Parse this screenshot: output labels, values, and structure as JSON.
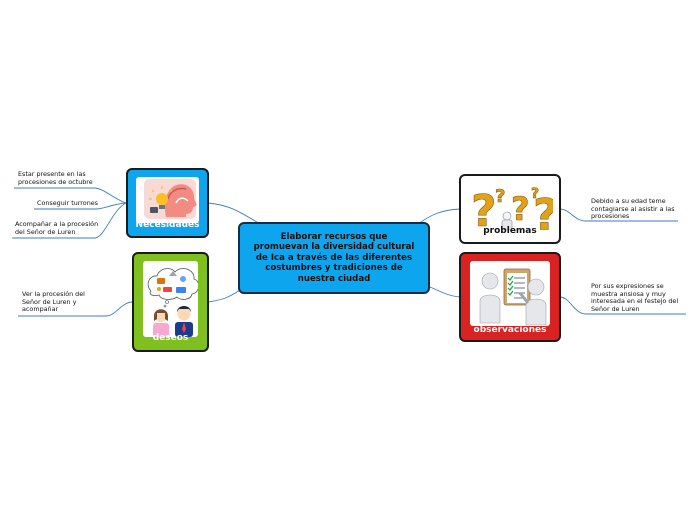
{
  "central": {
    "text": "Elaborar recursos que promuevan la diversidad cultural de Ica a través de las diferentes costumbres y tradiciones de nuestra ciudad"
  },
  "branches": {
    "necesidades": {
      "label": "Necesidades",
      "color": "#0ea5ef",
      "leaves": [
        "Estar presente en las procesiones de octubre",
        "Conseguir turrones",
        "Acompañar a la procesión del Señor de Luren"
      ]
    },
    "deseos": {
      "label": "deseos",
      "color": "#7fbf1f",
      "leaves": [
        "Ver la procesión del Señor de Luren y acompañar"
      ]
    },
    "problemas": {
      "label": "problemas",
      "color": "#ffffff",
      "leaves": [
        "Debido a su edad teme contagiarse al asistir a las procesiones"
      ]
    },
    "observaciones": {
      "label": "observaciones",
      "color": "#d92222",
      "leaves": [
        "Por sus expresiones se muestra ansiosa y muy interesada en el festejo del Señor de Luren"
      ]
    }
  },
  "icons": [
    "head-bulb-icon",
    "thinking-couple-icon",
    "question-marks-icon",
    "checklist-person-icon"
  ]
}
